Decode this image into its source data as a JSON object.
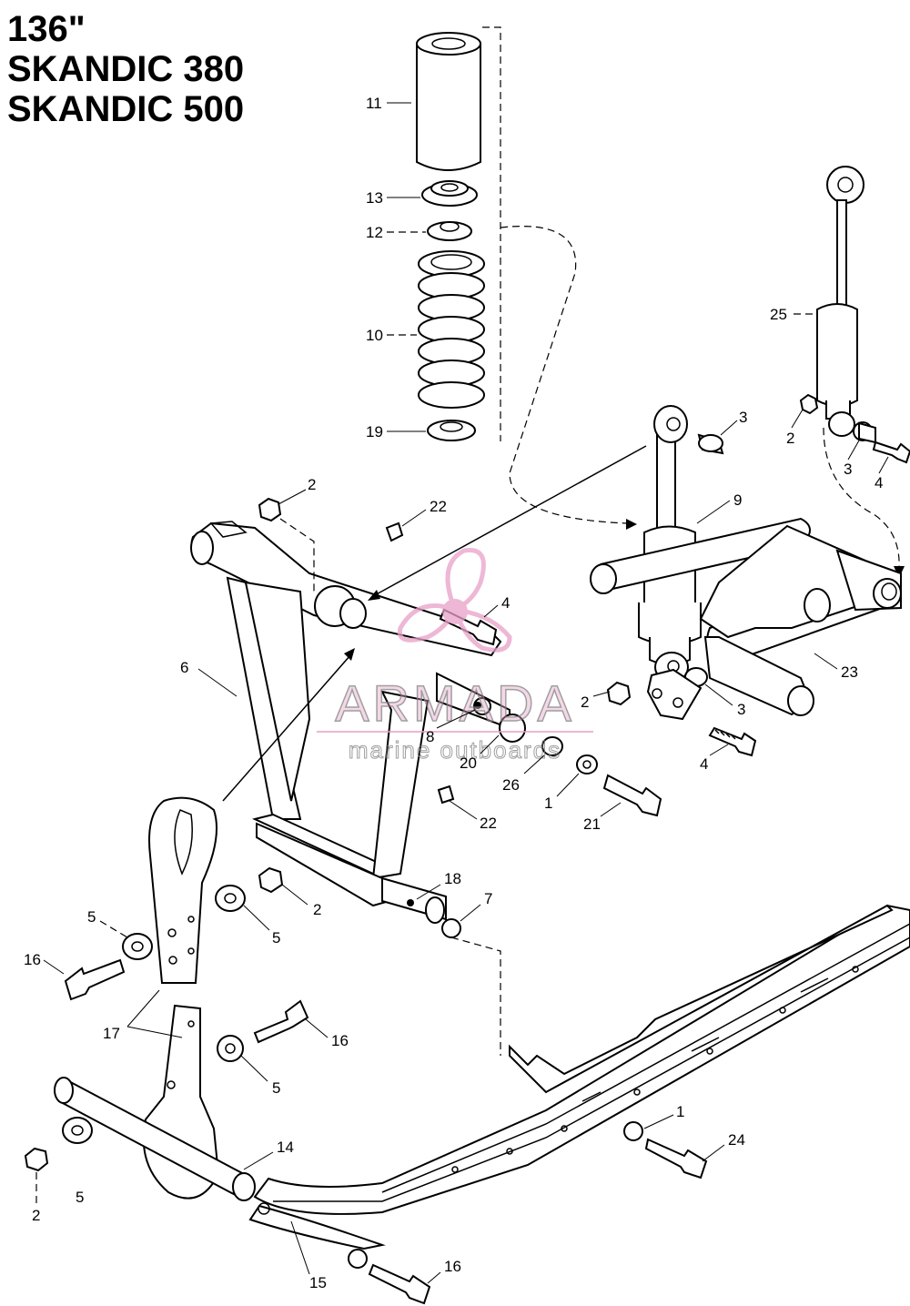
{
  "title": {
    "line1": "136\"",
    "line2": "SKANDIC 380",
    "line3": "SKANDIC 500"
  },
  "watermark": {
    "brand": "ARMADA",
    "tagline": "marine outboards",
    "accent_color": "#e8a0c8"
  },
  "part_labels": [
    {
      "id": "p11",
      "text": "11"
    },
    {
      "id": "p13",
      "text": "13"
    },
    {
      "id": "p12",
      "text": "12"
    },
    {
      "id": "p10",
      "text": "10"
    },
    {
      "id": "p19",
      "text": "19"
    },
    {
      "id": "p2a",
      "text": "2"
    },
    {
      "id": "p22a",
      "text": "22"
    },
    {
      "id": "p3a",
      "text": "3"
    },
    {
      "id": "p9",
      "text": "9"
    },
    {
      "id": "p25",
      "text": "25"
    },
    {
      "id": "p2b",
      "text": "2"
    },
    {
      "id": "p3b",
      "text": "3"
    },
    {
      "id": "p4a",
      "text": "4"
    },
    {
      "id": "p4b",
      "text": "4"
    },
    {
      "id": "p6",
      "text": "6"
    },
    {
      "id": "p23",
      "text": "23"
    },
    {
      "id": "p2c",
      "text": "2"
    },
    {
      "id": "p3c",
      "text": "3"
    },
    {
      "id": "p8",
      "text": "8"
    },
    {
      "id": "p20",
      "text": "20"
    },
    {
      "id": "p26",
      "text": "26"
    },
    {
      "id": "p4c",
      "text": "4"
    },
    {
      "id": "p1a",
      "text": "1"
    },
    {
      "id": "p21",
      "text": "21"
    },
    {
      "id": "p22b",
      "text": "22"
    },
    {
      "id": "p18",
      "text": "18"
    },
    {
      "id": "p7",
      "text": "7"
    },
    {
      "id": "p2d",
      "text": "2"
    },
    {
      "id": "p5a",
      "text": "5"
    },
    {
      "id": "p5b",
      "text": "5"
    },
    {
      "id": "p16a",
      "text": "16"
    },
    {
      "id": "p17",
      "text": "17"
    },
    {
      "id": "p16b",
      "text": "16"
    },
    {
      "id": "p5c",
      "text": "5"
    },
    {
      "id": "p14",
      "text": "14"
    },
    {
      "id": "p1b",
      "text": "1"
    },
    {
      "id": "p24",
      "text": "24"
    },
    {
      "id": "p2e",
      "text": "2"
    },
    {
      "id": "p5d",
      "text": "5"
    },
    {
      "id": "p15",
      "text": "15"
    },
    {
      "id": "p16c",
      "text": "16"
    }
  ]
}
